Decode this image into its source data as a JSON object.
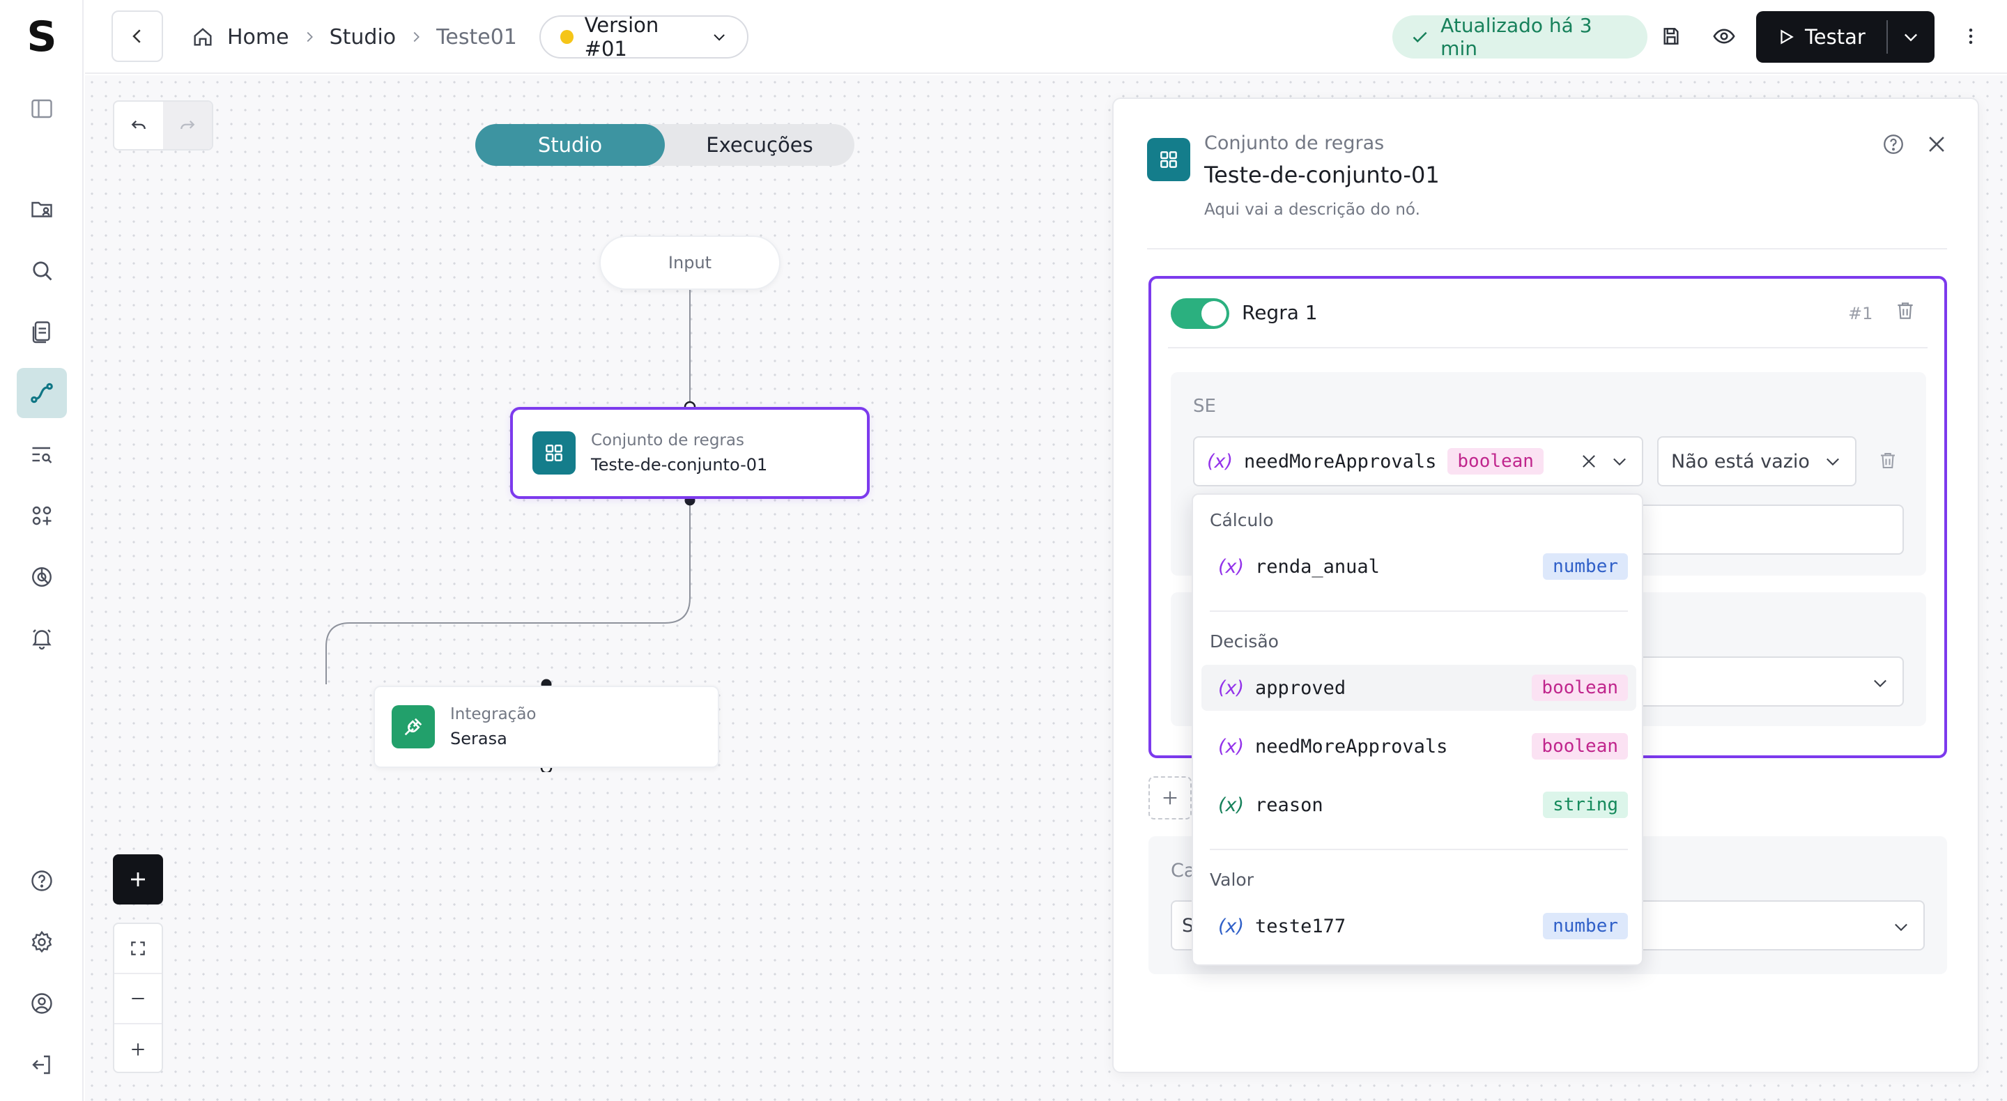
{
  "app": {
    "logo_letter": "S"
  },
  "sidebar": {
    "items": [
      {
        "name": "toggle-sidebar-icon"
      },
      {
        "name": "folder-user-icon"
      },
      {
        "name": "search-icon"
      },
      {
        "name": "documents-icon"
      },
      {
        "name": "flow-icon",
        "active": true
      },
      {
        "name": "list-search-icon"
      },
      {
        "name": "apps-icon"
      },
      {
        "name": "chart-pie-icon"
      },
      {
        "name": "bell-icon"
      }
    ],
    "bottom_items": [
      {
        "name": "help-icon"
      },
      {
        "name": "settings-icon"
      },
      {
        "name": "user-icon"
      },
      {
        "name": "logout-icon"
      }
    ]
  },
  "header": {
    "breadcrumb": [
      "Home",
      "Studio",
      "Teste01"
    ],
    "version_label": "Version #01",
    "status_text": "Atualizado há 3 min",
    "test_label": "Testar"
  },
  "canvas": {
    "tabs": [
      {
        "label": "Studio",
        "active": true
      },
      {
        "label": "Execuções",
        "active": false
      }
    ],
    "nodes": {
      "input": {
        "label": "Input"
      },
      "rules": {
        "type": "Conjunto de regras",
        "name": "Teste-de-conjunto-01"
      },
      "integration": {
        "type": "Integração",
        "name": "Serasa"
      }
    }
  },
  "panel": {
    "type": "Conjunto de regras",
    "title": "Teste-de-conjunto-01",
    "description": "Aqui vai a descrição do nó.",
    "rule": {
      "name": "Regra 1",
      "number": "#1",
      "enabled": true,
      "se_label": "SE",
      "condition": {
        "var_prefix": "(x)",
        "variable": "needMoreApprovals",
        "variable_type": "boolean",
        "operator": "Não está vazio"
      }
    },
    "caso_label_partial": "Ca",
    "caso_select_partial": "S"
  },
  "dropdown": {
    "groups": [
      {
        "label": "Cálculo",
        "items": [
          {
            "prefix": "(x)",
            "name": "renda_anual",
            "type": "number"
          }
        ]
      },
      {
        "label": "Decisão",
        "items": [
          {
            "prefix": "(x)",
            "name": "approved",
            "type": "boolean"
          },
          {
            "prefix": "(x)",
            "name": "needMoreApprovals",
            "type": "boolean"
          },
          {
            "prefix": "(x)",
            "name": "reason",
            "type": "string"
          }
        ]
      },
      {
        "label": "Valor",
        "items": [
          {
            "prefix": "(x)",
            "name": "teste177",
            "type": "number"
          }
        ]
      }
    ]
  },
  "colors": {
    "accent_purple": "#7c3aed",
    "teal_primary": "#3d94a1",
    "node_teal": "#147d8b",
    "integration_green": "#22a06b",
    "status_green": "#17815b",
    "toggle_green": "#2bb07f",
    "version_dot": "#f5c518"
  }
}
